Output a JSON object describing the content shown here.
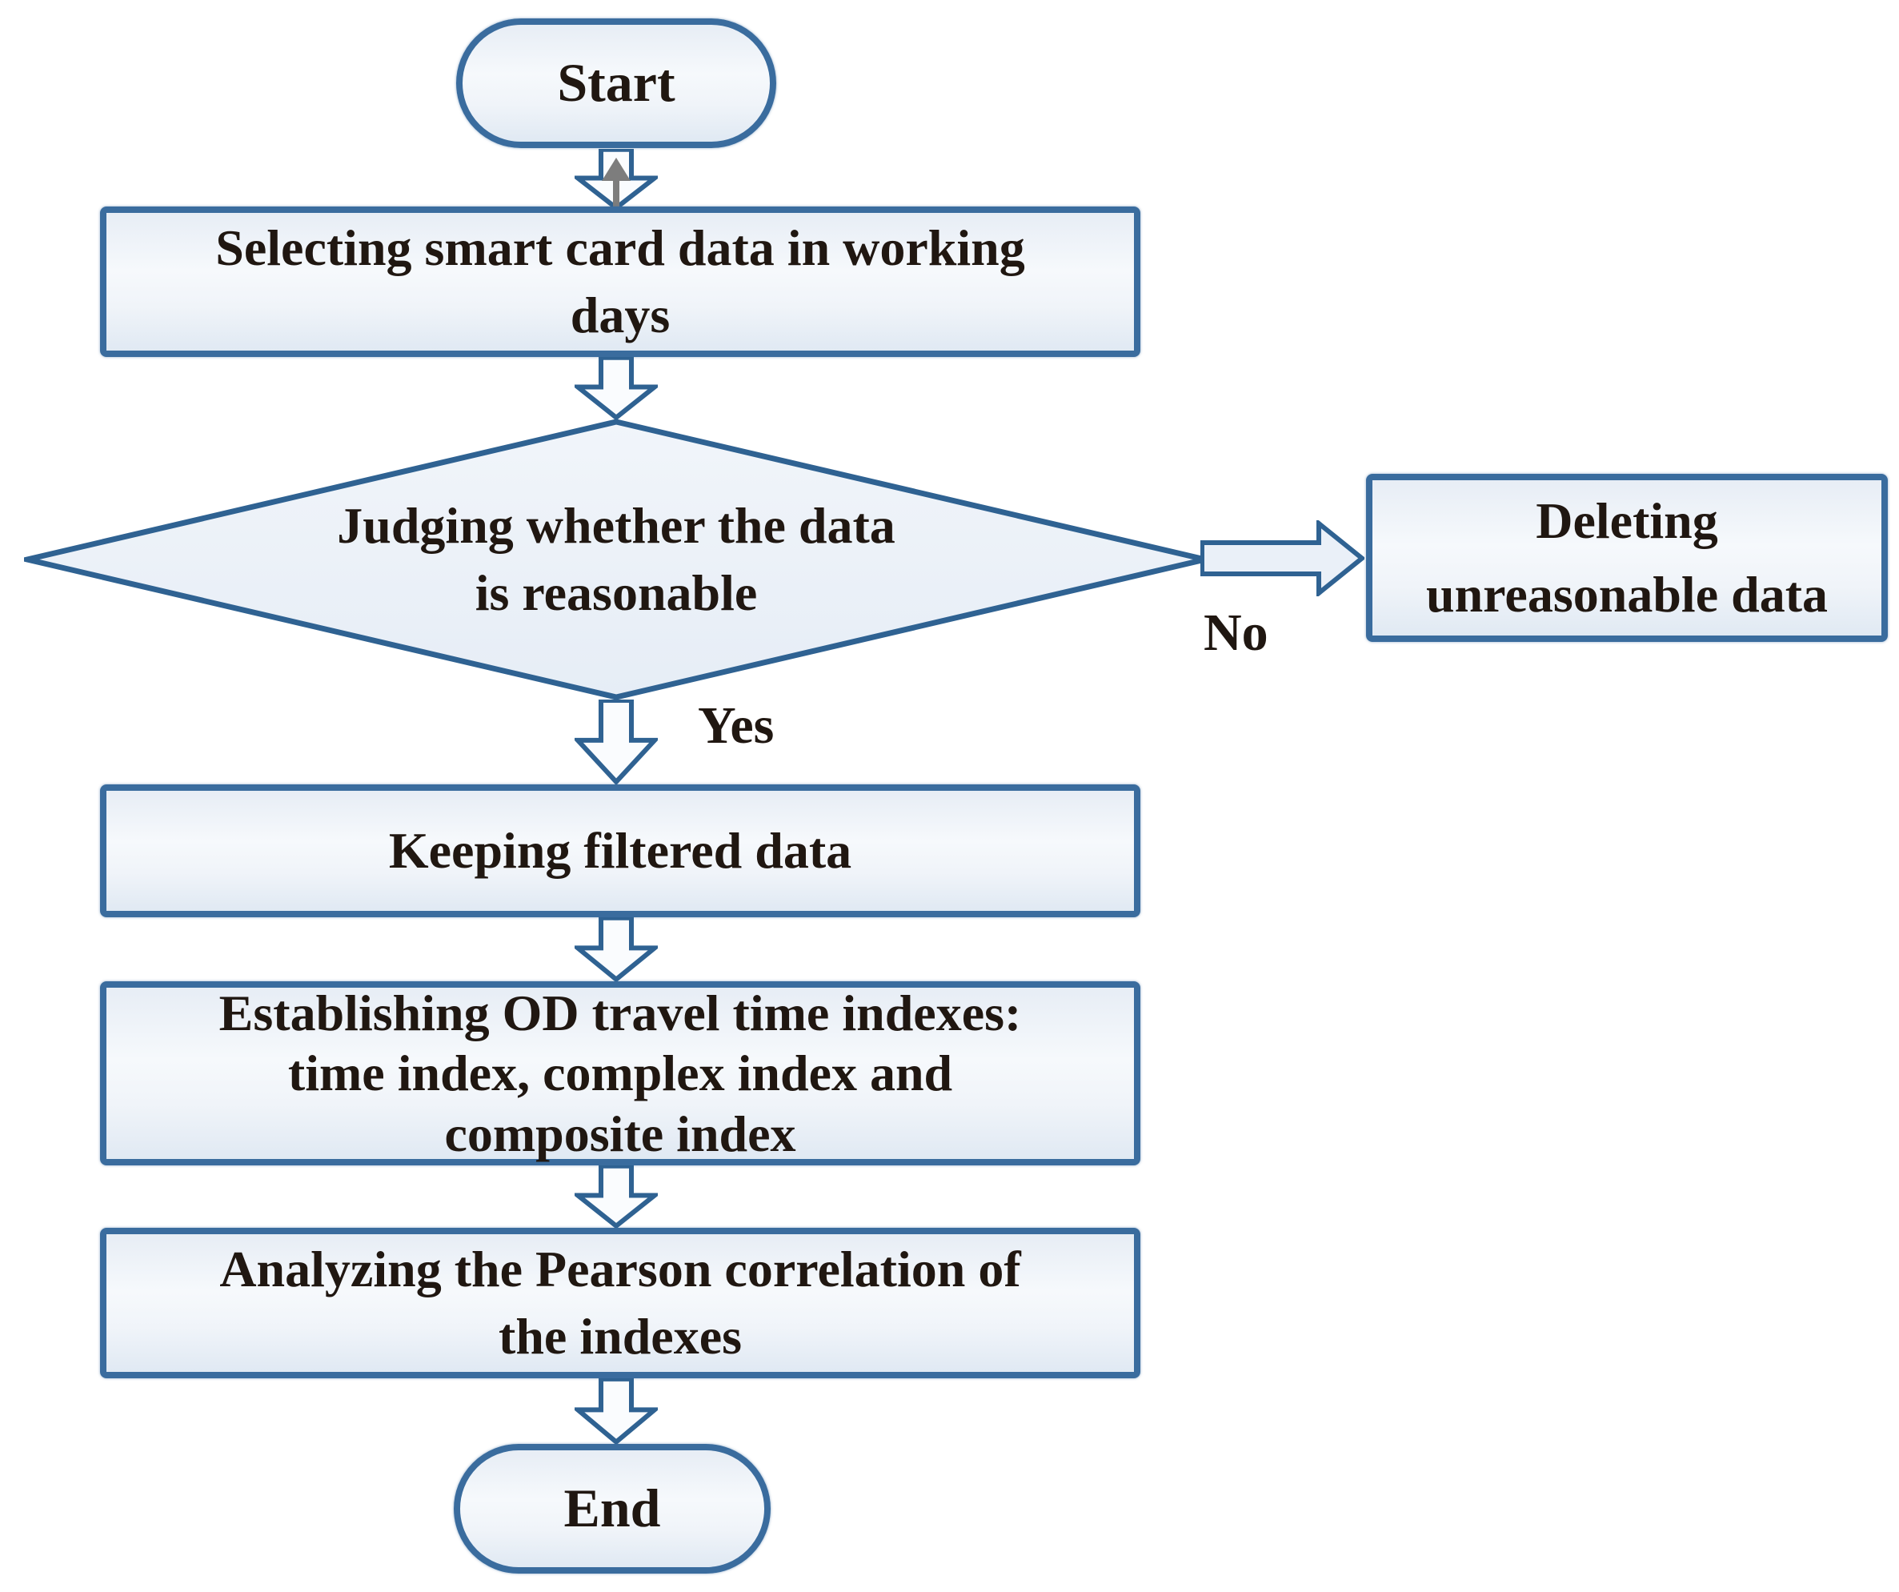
{
  "diagram": {
    "type": "flowchart",
    "background": "#ffffff",
    "colors": {
      "shape_border": "#3a6c9e",
      "shape_fill_light": "#f6f9fc",
      "shape_fill_shade": "#e0e9f3",
      "diamond_fill": "#edf2f9",
      "connector_stroke": "#2f6292",
      "connector_fill": "#fafcfe",
      "no_arrow_fill": "#eaf0f8",
      "gray_arrow": "#7d7d7d",
      "text": "#201711"
    },
    "nodes": {
      "start": {
        "shape": "terminator",
        "label": "Start"
      },
      "select": {
        "shape": "process",
        "lines": [
          "Selecting smart card data in working",
          "days"
        ]
      },
      "judge": {
        "shape": "decision",
        "lines": [
          "Judging whether the data",
          "is reasonable"
        ]
      },
      "delete": {
        "shape": "process",
        "lines": [
          "Deleting",
          "unreasonable data"
        ]
      },
      "keep": {
        "shape": "process",
        "lines": [
          "Keeping filtered data"
        ]
      },
      "indexes": {
        "shape": "process",
        "lines": [
          "Establishing OD travel time indexes:",
          "time index, complex index and",
          "composite index"
        ]
      },
      "pearson": {
        "shape": "process",
        "lines": [
          "Analyzing the Pearson correlation of",
          "the indexes"
        ]
      },
      "end": {
        "shape": "terminator",
        "label": "End"
      }
    },
    "edge_labels": {
      "yes": "Yes",
      "no": "No"
    }
  }
}
